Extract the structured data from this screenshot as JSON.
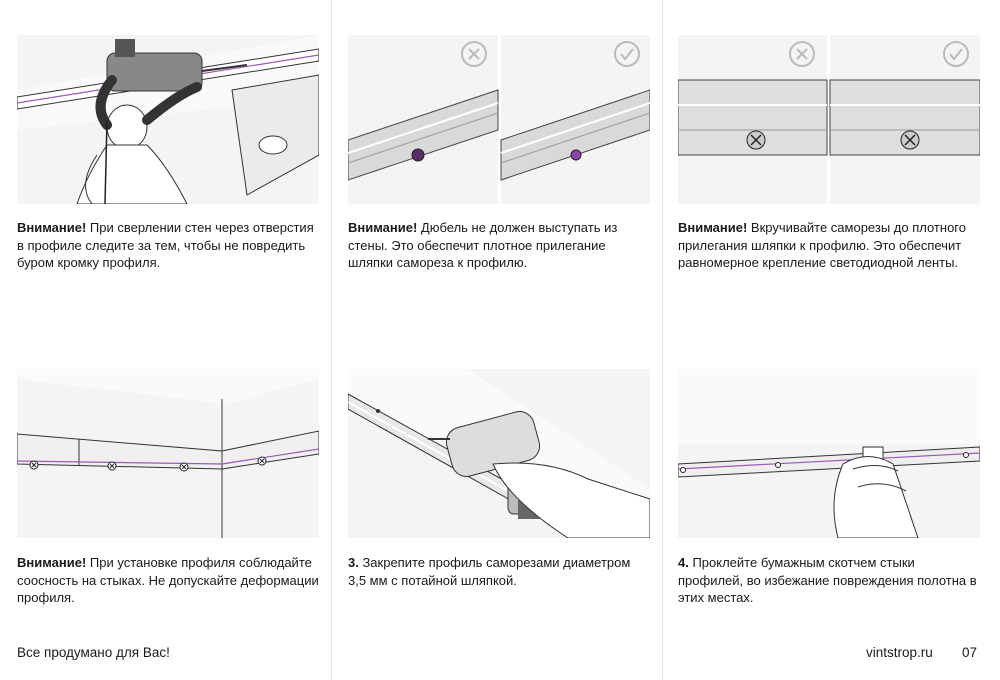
{
  "panels": [
    {
      "strong": "Внимание!",
      "text": " При сверлении стен через отверстия в профиле следите за тем, чтобы не повредить буром кромку профиля."
    },
    {
      "strong": "Внимание!",
      "text": " Дюбель не должен выступать из стены. Это обеспечит плотное прилегание шляпки самореза к профилю."
    },
    {
      "strong": "Внимание!",
      "text": " Вкручивайте саморезы до плотного прилегания шляпки к профилю. Это обеспечит равномерное крепление светодиодной ленты."
    },
    {
      "strong": "Внимание!",
      "text": " При установке профиля соблюдайте соосность на стыках. Не допускайте деформации профиля."
    },
    {
      "strong": "3.",
      "text": " Закрепите профиль саморезами диаметром 3,5 мм с потайной шляпкой."
    },
    {
      "strong": "4.",
      "text": " Проклейте бумажным скотчем стыки профилей, во избежание повреждения полотна в этих местах."
    }
  ],
  "footer": {
    "slogan": "Все продумано для Вас!",
    "site": "vintstrop.ru",
    "page": "07"
  },
  "icons": {
    "wrong": "cross-circle-icon",
    "right": "check-circle-icon"
  },
  "colors": {
    "accent": "#9b59b6",
    "line": "#3a3a3a"
  }
}
